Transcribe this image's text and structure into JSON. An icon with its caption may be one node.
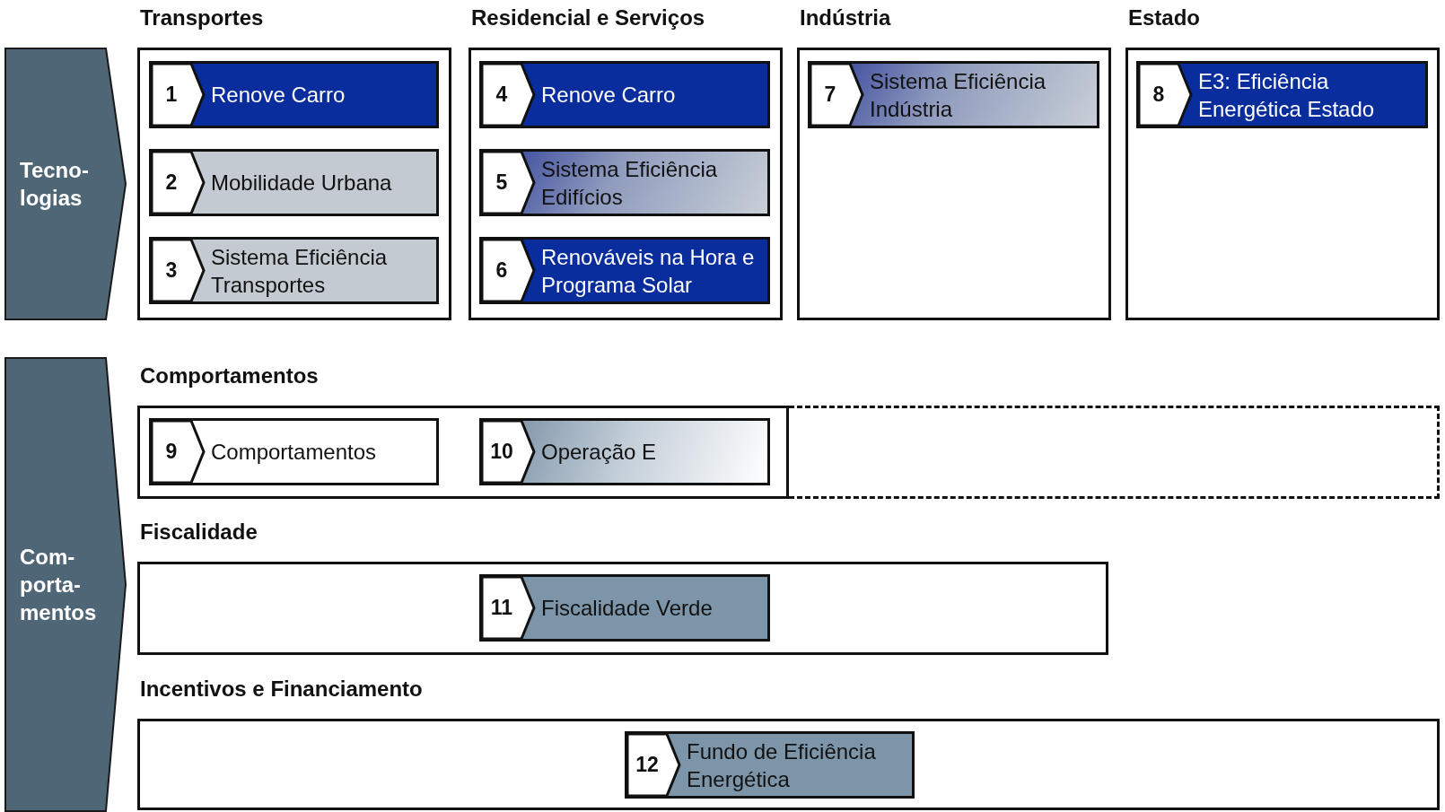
{
  "diagram": {
    "nodes": [
      {
        "text": [
          "Tecno- logias"
        ]
      },
      {
        "text": [
          "Transportes"
        ]
      },
      {
        "text": [
          "1",
          "Renove Carro"
        ],
        "in": 1
      },
      {
        "text": [
          "2",
          "Mobilidade Urbana"
        ],
        "in": 1
      },
      {
        "text": [
          "3",
          "Sistema Eficiência Transportes"
        ],
        "in": 1
      },
      {
        "text": [
          "Residencial e Serviços"
        ]
      },
      {
        "text": [
          "4",
          "Renove Carro"
        ],
        "in": 5
      },
      {
        "text": [
          "5",
          "Sistema Eficiência Edifícios"
        ],
        "in": 5
      },
      {
        "text": [
          "6",
          "Renováveis na Hora e Programa Solar"
        ],
        "in": 5
      },
      {
        "text": [
          "Indústria"
        ]
      },
      {
        "text": [
          "7",
          "Sistema Eficiência Indústria"
        ],
        "in": 9
      },
      {
        "text": [
          "Estado"
        ]
      },
      {
        "text": [
          "8",
          "E3: Eficiência Energética Estado"
        ],
        "in": 11
      },
      {
        "text": [
          "Com- porta- mentos"
        ]
      },
      {
        "text": [
          "Comportamentos"
        ]
      },
      {
        "text": [
          "9",
          "Comportamentos"
        ],
        "in": 14
      },
      {
        "text": [
          "10",
          "Operação E"
        ],
        "in": 14
      },
      {
        "text": [
          "Fiscalidade"
        ]
      },
      {
        "text": [
          "11",
          "Fiscalidade Verde"
        ],
        "in": 17
      },
      {
        "text": [
          "Incentivos e Financiamento"
        ]
      },
      {
        "text": [
          "12",
          "Fundo de Eficiência Energética"
        ],
        "in": 19
      },
      {
        "text": [],
        "shape": "box"
      }
    ]
  }
}
